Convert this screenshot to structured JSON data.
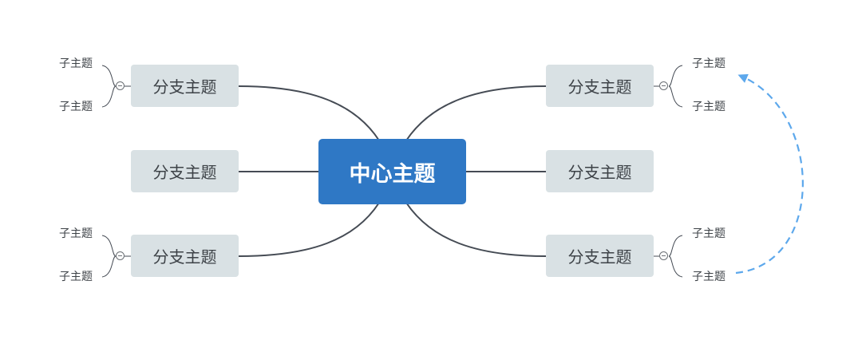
{
  "central": {
    "label": "中心主题",
    "color": "#2f78c5"
  },
  "branches": [
    {
      "label": "分支主题",
      "children": [
        "子主题",
        "子主题"
      ]
    },
    {
      "label": "分支主题",
      "children": []
    },
    {
      "label": "分支主题",
      "children": [
        "子主题",
        "子主题"
      ]
    },
    {
      "label": "分支主题",
      "children": [
        "子主题",
        "子主题"
      ]
    },
    {
      "label": "分支主题",
      "children": []
    },
    {
      "label": "分支主题",
      "children": [
        "子主题",
        "子主题"
      ]
    }
  ],
  "colors": {
    "branch_fill": "#d9e1e4",
    "connector": "#454b54",
    "relationship": "#5da8ec"
  },
  "relationship": {
    "style": "dashed",
    "from": "right-bottom-subtopic-2",
    "to": "right-top-subtopic-1"
  }
}
